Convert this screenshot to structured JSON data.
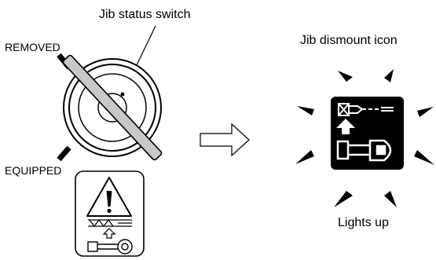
{
  "labels": {
    "jib_status_switch": "Jib status switch",
    "removed": "REMOVED",
    "equipped": "EQUIPPED",
    "jib_dismount_icon": "Jib dismount icon",
    "lights_up": "Lights up"
  },
  "icons": {
    "switch": "rotary-key-switch-icon",
    "arrow": "right-arrow-icon",
    "decal": "warning-decal-icon",
    "display_icon": "jib-dismount-icon"
  },
  "colors": {
    "ink": "#000000",
    "key_bar": "#c8c8c8",
    "background": "#ffffff"
  }
}
